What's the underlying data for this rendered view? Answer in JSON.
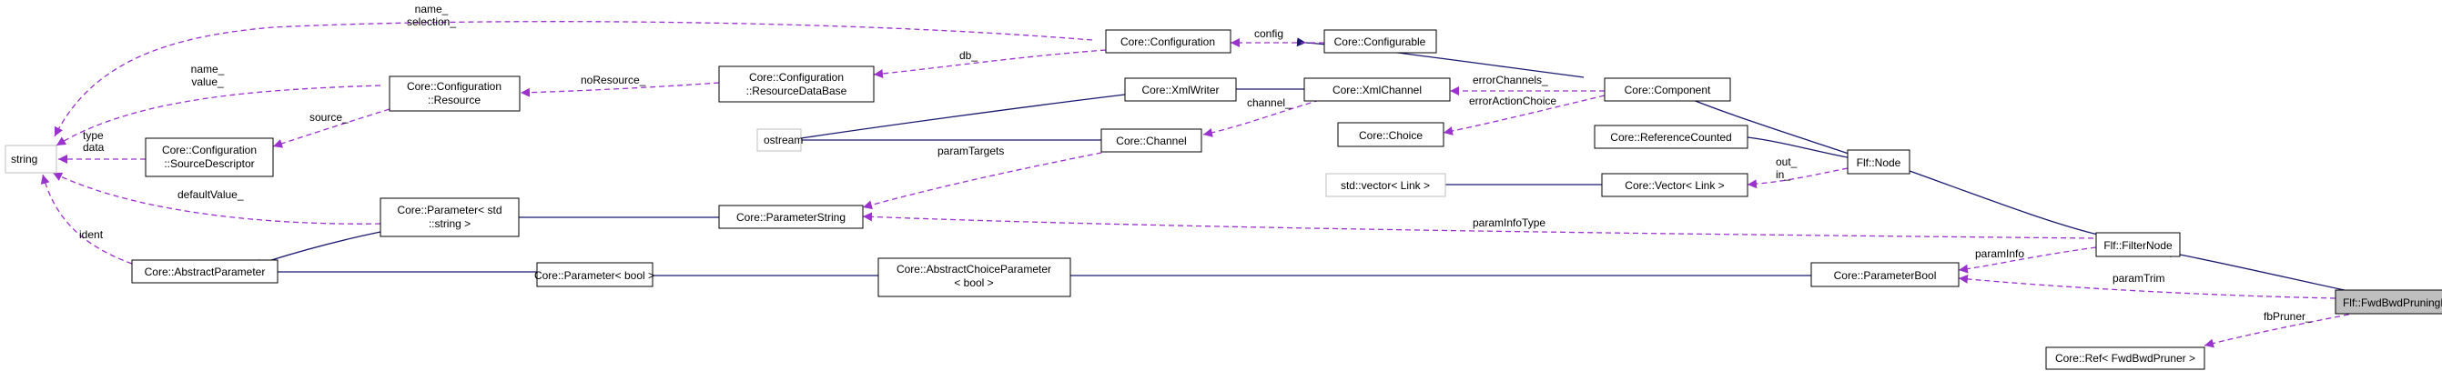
{
  "diagram": {
    "nodes": {
      "string": "string",
      "ostream": "ostream",
      "configuration": "Core::Configuration",
      "configurable": "Core::Configurable",
      "config_resource_1": "Core::Configuration",
      "config_resource_2": "::Resource",
      "config_rdb_1": "Core::Configuration",
      "config_rdb_2": "::ResourceDataBase",
      "source_desc_1": "Core::Configuration",
      "source_desc_2": "::SourceDescriptor",
      "xml_writer": "Core::XmlWriter",
      "xml_channel": "Core::XmlChannel",
      "component": "Core::Component",
      "choice": "Core::Choice",
      "channel": "Core::Channel",
      "reference_counted": "Core::ReferenceCounted",
      "flf_node": "Flf::Node",
      "std_vector": "std::vector< Link >",
      "core_vector": "Core::Vector< Link >",
      "param_std_string_1": "Core::Parameter< std",
      "param_std_string_2": "::string >",
      "parameter_string": "Core::ParameterString",
      "abstract_parameter": "Core::AbstractParameter",
      "parameter_bool": "Core::Parameter< bool >",
      "abstract_choice_param_1": "Core::AbstractChoiceParameter",
      "abstract_choice_param_2": "< bool >",
      "core_parameter_bool": "Core::ParameterBool",
      "filter_node": "Flf::FilterNode",
      "fwd_bwd_pruning_node": "Flf::FwdBwdPruningNode",
      "ref_fwd_bwd_pruner": "Core::Ref< FwdBwdPruner >"
    },
    "edge_labels": {
      "name_selection_1": "name_",
      "name_selection_2": "selection_",
      "name_value_1": "name_",
      "name_value_2": "value_",
      "type_data_1": "type",
      "type_data_2": "data",
      "source": "source_",
      "default_value": "defaultValue_",
      "ident": "ident",
      "config": "config",
      "db": "db_",
      "no_resource": "noResource_",
      "error_channels": "errorChannels_",
      "error_action_choice": "errorActionChoice",
      "channel": "channel_",
      "param_targets": "paramTargets",
      "out_in_1": "out_",
      "out_in_2": "in_",
      "param_info_type": "paramInfoType",
      "param_info": "paramInfo",
      "param_trim": "paramTrim",
      "fb_pruner": "fbPruner_"
    },
    "colors": {
      "inheritance": "#191970",
      "usage": "#9a32cd",
      "highlight": "#bfbfbf"
    }
  }
}
